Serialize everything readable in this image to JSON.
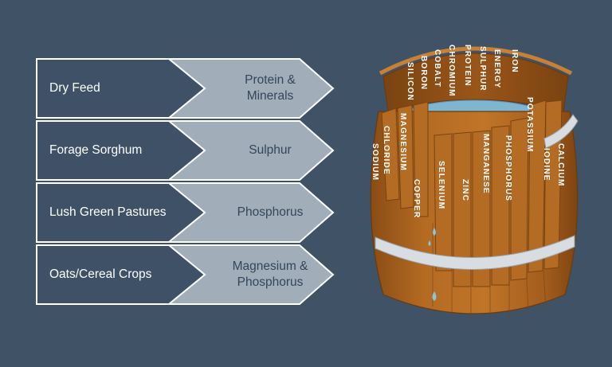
{
  "rows": [
    {
      "source": "Dry Feed",
      "nutrient_lines": [
        "Protein &",
        "Minerals"
      ]
    },
    {
      "source": "Forage Sorghum",
      "nutrient_lines": [
        "Sulphur"
      ]
    },
    {
      "source": "Lush Green Pastures",
      "nutrient_lines": [
        "Phosphorus"
      ]
    },
    {
      "source": "Oats/Cereal Crops",
      "nutrient_lines": [
        "Magnesium &",
        "Phosphorus"
      ]
    }
  ],
  "barrel": {
    "staves": [
      "SODIUM",
      "CHLORIDE",
      "MAGNESIUM",
      "SILICON",
      "BORON",
      "COBALT",
      "CHROMIUM",
      "PROTEIN",
      "SULPHUR",
      "ENERGY",
      "IRON",
      "COPPER",
      "SELENIUM",
      "ZINC",
      "MANGANESE",
      "PHOSPHORUS",
      "POTASSIUM",
      "IODINE",
      "CALCIUM"
    ]
  },
  "colors": {
    "background": "#3f5266",
    "source_fill": "#3e5166",
    "nutrient_fill": "#a1adb8",
    "outline": "#ffffff",
    "wood": "#b0661f",
    "water": "#7fb5cf",
    "hoop": "#d8dde2"
  }
}
